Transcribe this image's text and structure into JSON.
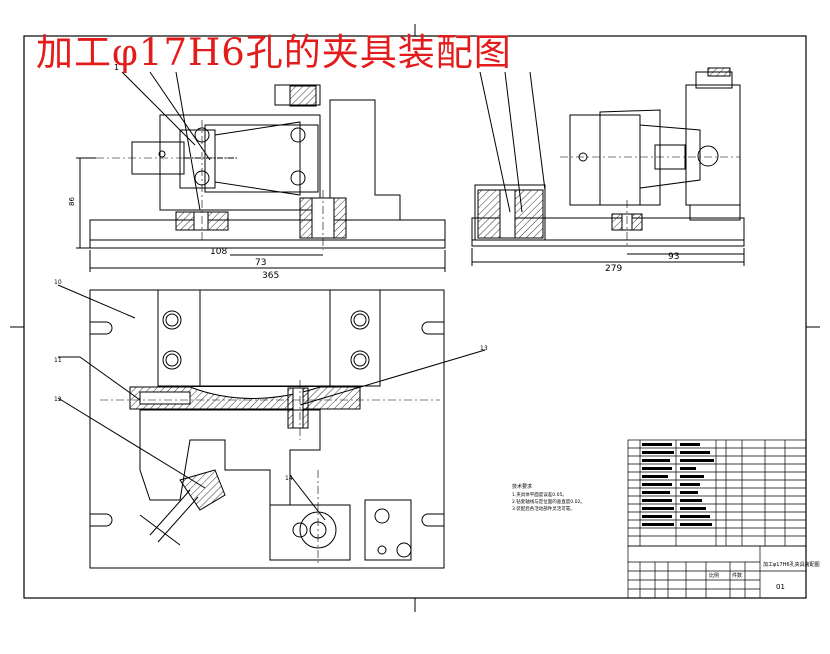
{
  "title": "加工φ17H6孔的夹具装配图",
  "dimensions": {
    "d365": "365",
    "d73": "73",
    "d108": "108",
    "d279": "279",
    "d93": "93",
    "d86": "86"
  },
  "balloons": {
    "b1": "1",
    "b10": "10",
    "b11": "11",
    "b12": "12",
    "b13": "13",
    "b14": "14"
  },
  "notes": {
    "heading": "技术要求",
    "l1": "1.夹具体平面度误差0.05。",
    "l2": "2.钻套轴线与定位面的垂直度0.02。",
    "l3": "3.装配后各活动部件灵活可靠。"
  },
  "title_block": {
    "drawing_name": "加工φ17H6孔夹具装配图",
    "code": "01",
    "scale_label": "比例",
    "qty_label": "件数"
  },
  "colors": {
    "line": "#000000",
    "title_red": "#e41b1b",
    "hatch": "#000000"
  }
}
